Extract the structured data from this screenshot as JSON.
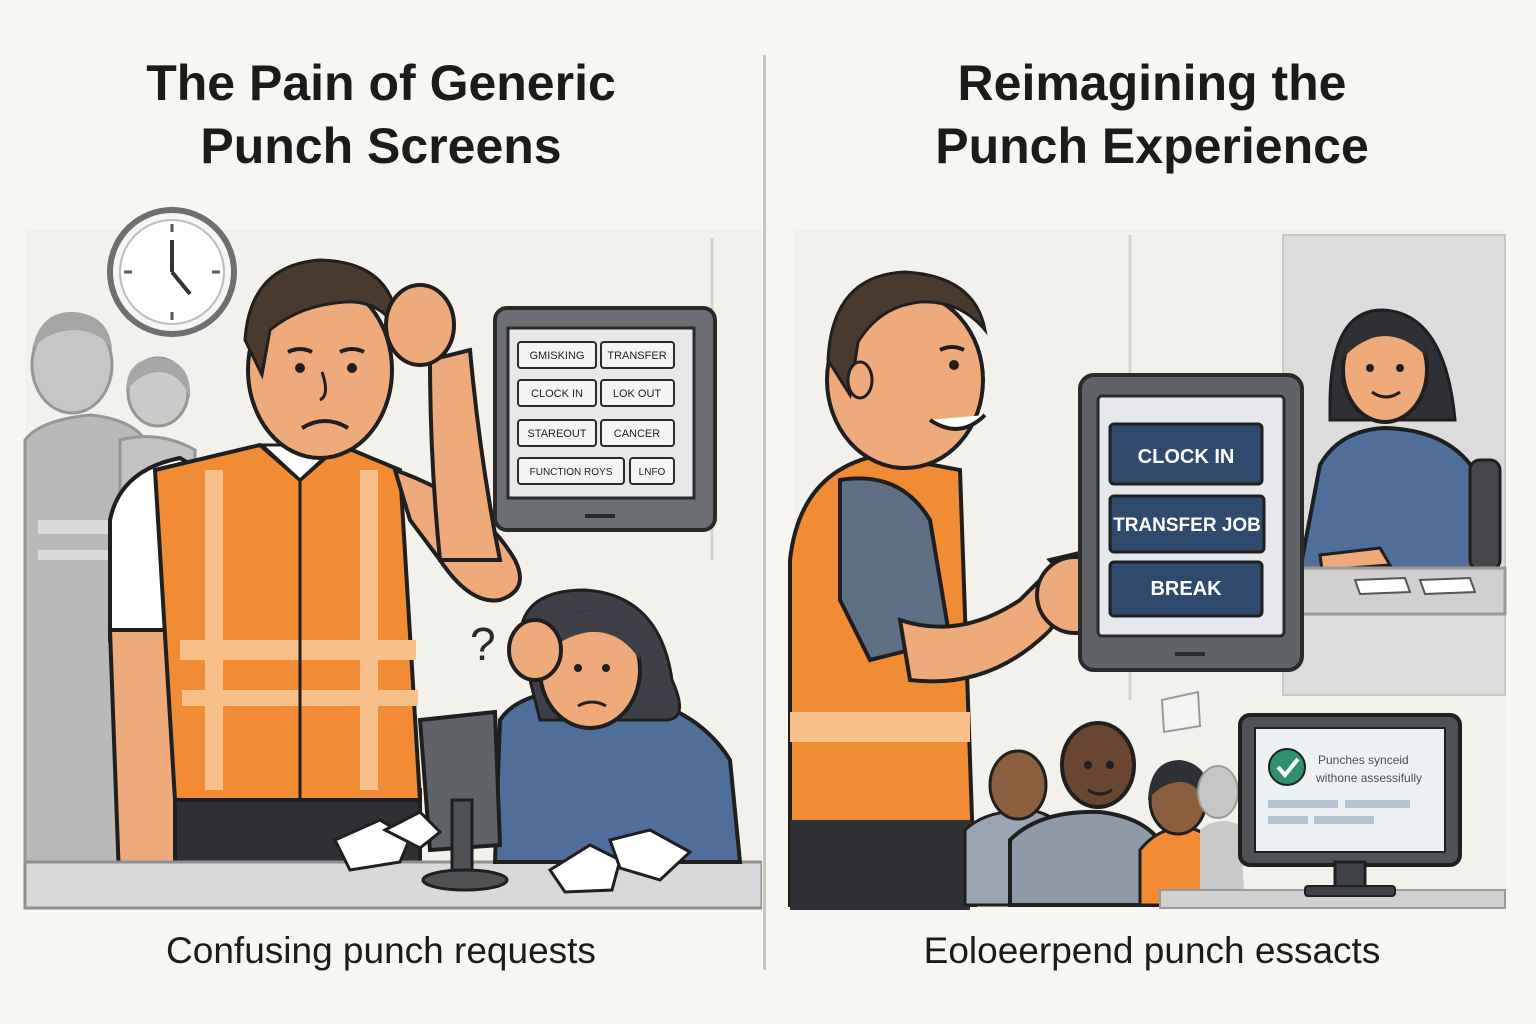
{
  "left": {
    "title_line1": "The Pain of Generic",
    "title_line2": "Punch Screens",
    "caption": "Confusing punch requests",
    "kiosk_buttons": [
      "GMISKING",
      "TRANSFER",
      "CLOCK IN",
      "LOK OUT",
      "STAREOUT",
      "CANCER",
      "FUNCTION ROYS",
      "LNFO"
    ],
    "question_mark": "?"
  },
  "right": {
    "title_line1": "Reimagining the",
    "title_line2": "Punch Experience",
    "caption": "Eoloeerpend punch essacts",
    "kiosk_buttons": [
      "CLOCK IN",
      "TRANSFER JOB",
      "BREAK"
    ],
    "sync_line1": "Punches synceid",
    "sync_line2": "withone assessifully"
  },
  "colors": {
    "vest_orange": "#f28c34",
    "vest_stripe": "#f7c08a",
    "button_navy": "#2f4a6d",
    "shirt_blue": "#4f6f9a",
    "skin": "#eeaa7b",
    "background": "#f8f6f0"
  }
}
